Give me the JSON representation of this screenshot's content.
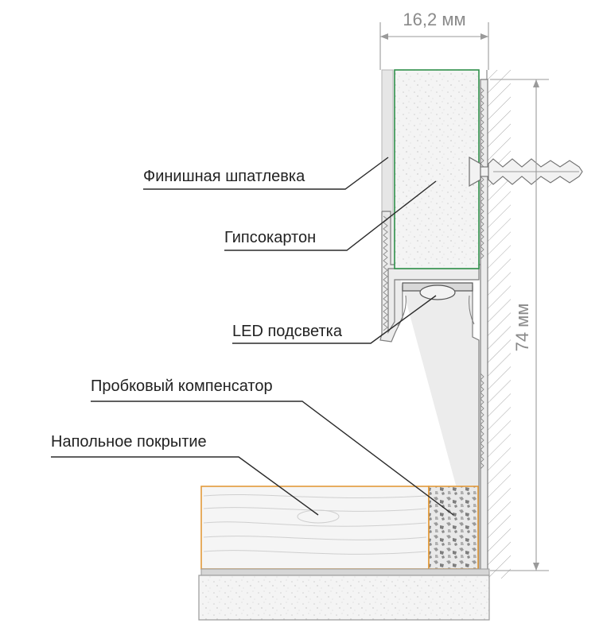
{
  "dimensions": {
    "width_label": "16,2 мм",
    "height_label": "74 мм"
  },
  "labels": {
    "finish_putty": "Финишная шпатлевка",
    "drywall": "Гипсокартон",
    "led": "LED подсветка",
    "cork": "Пробковый компенсатор",
    "floor": "Напольное покрытие"
  },
  "colors": {
    "drywall_outline": "#2f8f4a",
    "floor_outline": "#e39a3a",
    "profile": "#ececec",
    "line": "#2a2a2a",
    "dimension": "#8a8a8a"
  }
}
